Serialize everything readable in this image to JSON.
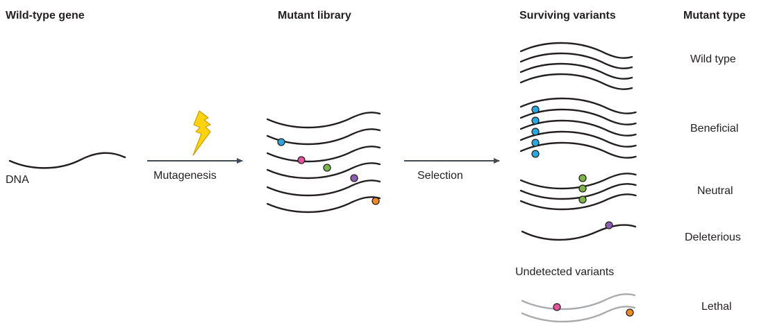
{
  "headers": {
    "wild_type_gene": "Wild-type gene",
    "mutant_library": "Mutant library",
    "surviving_variants": "Surviving variants",
    "mutant_type": "Mutant type"
  },
  "labels": {
    "dna": "DNA",
    "mutagenesis": "Mutagenesis",
    "selection": "Selection",
    "undetected_variants": "Undetected variants"
  },
  "mutant_types": {
    "wild_type": "Wild type",
    "beneficial": "Beneficial",
    "neutral": "Neutral",
    "deleterious": "Deleterious",
    "lethal": "Lethal"
  },
  "colors": {
    "dna_strand": "#231f20",
    "undetected_strand": "#a7a9ac",
    "arrow": "#3f4a55",
    "lightning_fill": "#fdd20e",
    "lightning_stroke": "#c8a000",
    "beneficial_mutation": "#29a8e0",
    "pink_mutation": "#e5549a",
    "neutral_mutation": "#7ab648",
    "deleterious_mutation": "#8b5fb0",
    "orange_mutation": "#f18a21"
  }
}
